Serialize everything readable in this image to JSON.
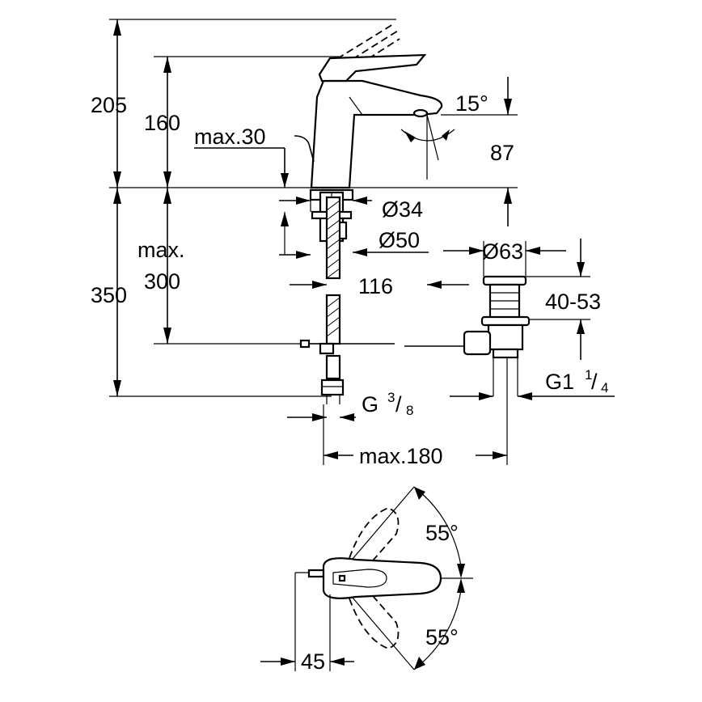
{
  "side_view": {
    "total_height": "205",
    "spout_height": "160",
    "lever_clearance": "max.30",
    "spout_angle": "15°",
    "spout_outlet_height": "87",
    "hole_diameter": "Ø34",
    "mount_diameter": "Ø50",
    "below_counter_label_1": "max.",
    "below_counter_label_2": "300",
    "below_counter_total": "350",
    "spout_reach": "116",
    "drain_diameter": "Ø63",
    "drain_range": "40-53",
    "drain_thread_main": "G1",
    "drain_thread_num": "1",
    "drain_thread_den": "4",
    "supply_thread_main": "G",
    "supply_thread_num": "3",
    "supply_thread_den": "8",
    "drain_distance": "max.180"
  },
  "top_view": {
    "rotation_upper": "55°",
    "rotation_lower": "55°",
    "rod_offset": "45"
  }
}
